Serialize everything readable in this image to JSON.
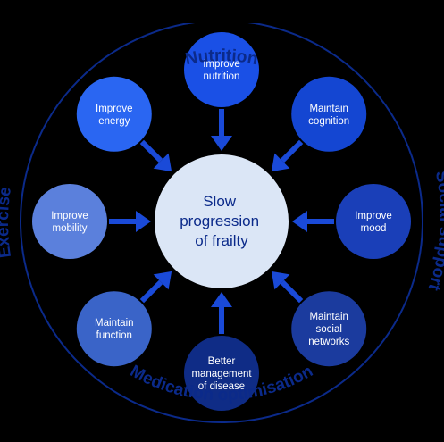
{
  "center": {
    "lines": [
      "Slow",
      "progression",
      "of frailty"
    ]
  },
  "ring_labels": {
    "top": "Nutrition",
    "right": "Social support",
    "bottom": "Medication optimisation",
    "left": "Exercise"
  },
  "nodes": [
    {
      "id": "improve-nutrition",
      "lines": [
        "Improve",
        "nutrition"
      ],
      "color": "#1a50e6"
    },
    {
      "id": "maintain-cognition",
      "lines": [
        "Maintain",
        "cognition"
      ],
      "color": "#1446d2"
    },
    {
      "id": "improve-mood",
      "lines": [
        "Improve",
        "mood"
      ],
      "color": "#1a3fb8"
    },
    {
      "id": "maintain-social-networks",
      "lines": [
        "Maintain",
        "social",
        "networks"
      ],
      "color": "#1b3b9e"
    },
    {
      "id": "better-management-of-disease",
      "lines": [
        "Better",
        "management",
        "of disease"
      ],
      "color": "#0f2c86"
    },
    {
      "id": "maintain-function",
      "lines": [
        "Maintain",
        "function"
      ],
      "color": "#3a64c8"
    },
    {
      "id": "improve-mobility",
      "lines": [
        "Improve",
        "mobility"
      ],
      "color": "#5b80dc"
    },
    {
      "id": "improve-energy",
      "lines": [
        "Improve",
        "energy"
      ],
      "color": "#2a66f2"
    }
  ],
  "colors": {
    "background": "#000000",
    "ring": "#0b2a8a",
    "center_fill": "#dbe6f6",
    "center_text": "#0b2a8a"
  }
}
